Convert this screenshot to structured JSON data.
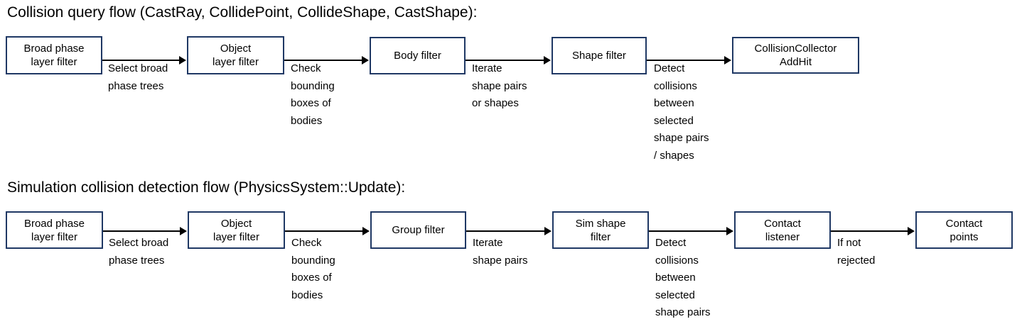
{
  "sections": [
    {
      "heading": "Collision query flow (CastRay, CollidePoint, CollideShape, CastShape):",
      "nodes": [
        {
          "label": "Broad phase\nlayer filter"
        },
        {
          "label": "Object\nlayer filter"
        },
        {
          "label": "Body filter"
        },
        {
          "label": "Shape filter"
        },
        {
          "label": "CollisionCollector\nAddHit"
        }
      ],
      "edge_labels": [
        "Select broad\nphase trees",
        "Check\nbounding\nboxes of\nbodies",
        "Iterate\nshape pairs\nor shapes",
        "Detect\ncollisions\nbetween\nselected\nshape pairs\n/ shapes"
      ]
    },
    {
      "heading": "Simulation collision detection flow (PhysicsSystem::Update):",
      "nodes": [
        {
          "label": "Broad phase\nlayer filter"
        },
        {
          "label": "Object\nlayer filter"
        },
        {
          "label": "Group filter"
        },
        {
          "label": "Sim shape\nfilter"
        },
        {
          "label": "Contact\nlistener"
        },
        {
          "label": "Contact\npoints"
        }
      ],
      "edge_labels": [
        "Select broad\nphase trees",
        "Check\nbounding\nboxes of\nbodies",
        "Iterate\nshape pairs",
        "Detect\ncollisions\nbetween\nselected\nshape pairs",
        "If not\nrejected"
      ]
    }
  ],
  "colors": {
    "node_border": "#1f3864",
    "edge": "#000000",
    "background": "#ffffff",
    "text": "#000000"
  }
}
